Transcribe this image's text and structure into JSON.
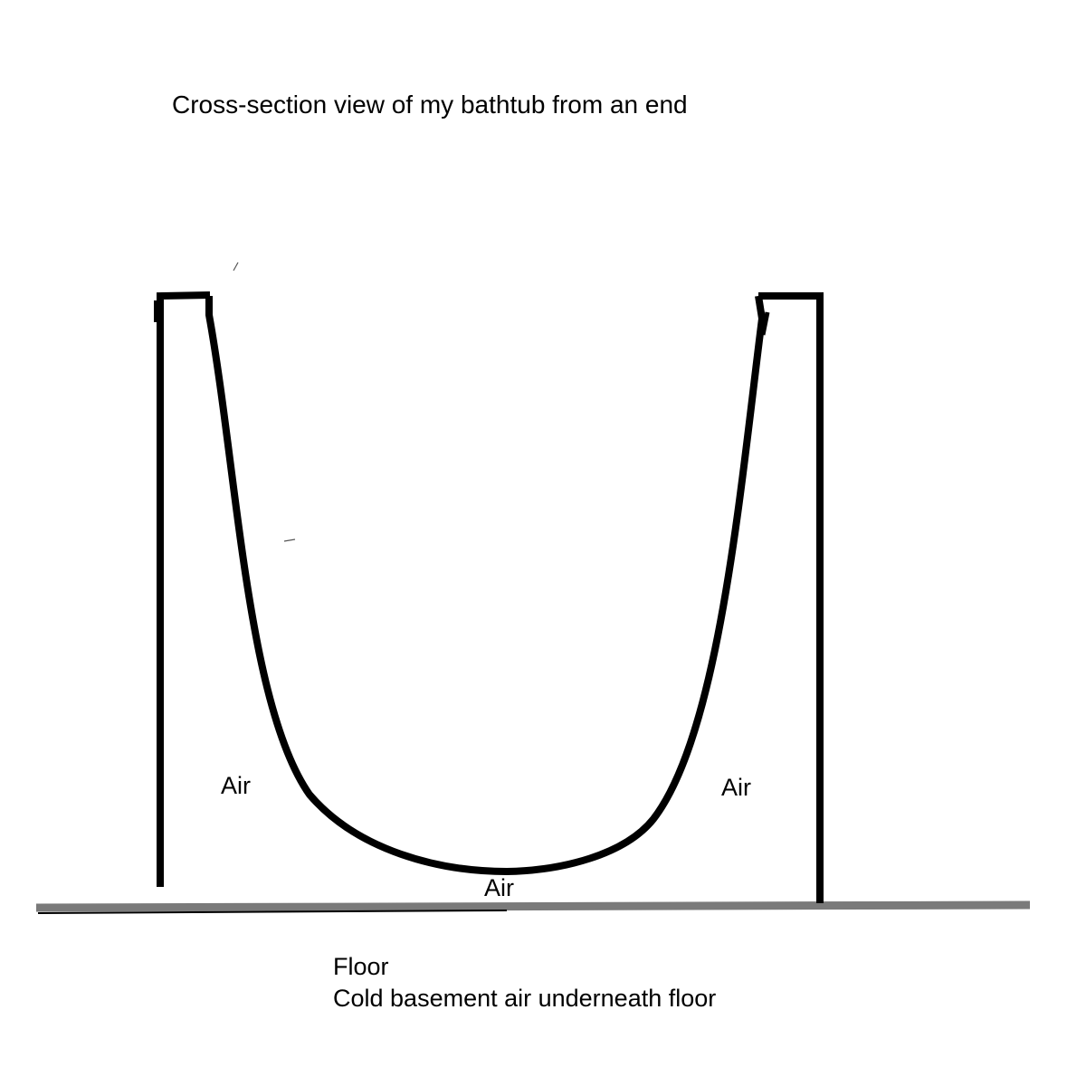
{
  "title": "Cross-section view of my bathtub from an end",
  "labels": {
    "air_left": "Air",
    "air_right": "Air",
    "air_bottom": "Air",
    "floor": "Floor",
    "basement": "Cold basement air underneath floor"
  },
  "colors": {
    "tub_outline": "#000000",
    "floor_line": "#7a7a7a",
    "floor_edge": "#000000",
    "background": "#ffffff"
  }
}
